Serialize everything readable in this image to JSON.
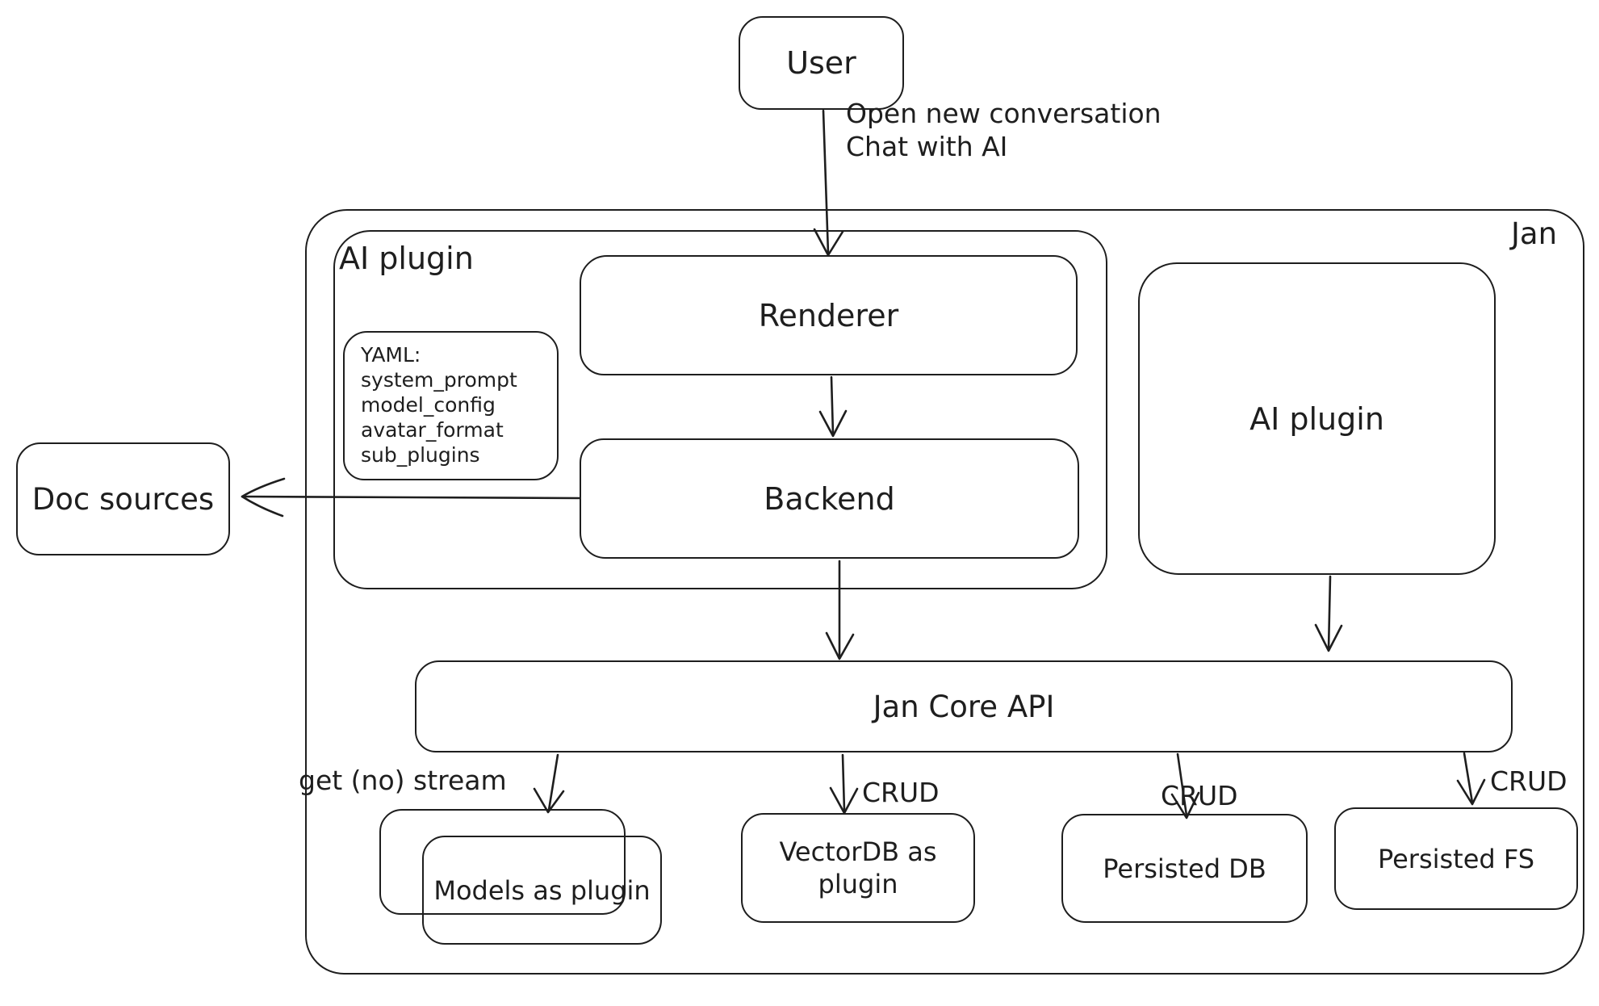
{
  "diagram": {
    "title_labels": {
      "jan": "Jan",
      "ai_plugin_container": "AI plugin"
    },
    "nodes": {
      "user": "User",
      "renderer": "Renderer",
      "backend": "Backend",
      "ai_plugin_box": "AI plugin",
      "doc_sources": "Doc sources",
      "jan_core_api": "Jan Core API",
      "models_as_plugin": "Models as plugin",
      "vectordb_as_plugin": "VectorDB as plugin",
      "persisted_db": "Persisted DB",
      "persisted_fs": "Persisted FS"
    },
    "yaml_note": {
      "title": "YAML:",
      "lines": [
        "system_prompt",
        "model_config",
        "avatar_format",
        "sub_plugins"
      ]
    },
    "edge_labels": {
      "open_new_conversation": "Open new conversation",
      "chat_with_ai": "Chat with AI",
      "get_no_stream": "get (no) stream",
      "crud": "CRUD"
    },
    "colors": {
      "stroke": "#1e1e1e",
      "background": "#ffffff"
    }
  }
}
